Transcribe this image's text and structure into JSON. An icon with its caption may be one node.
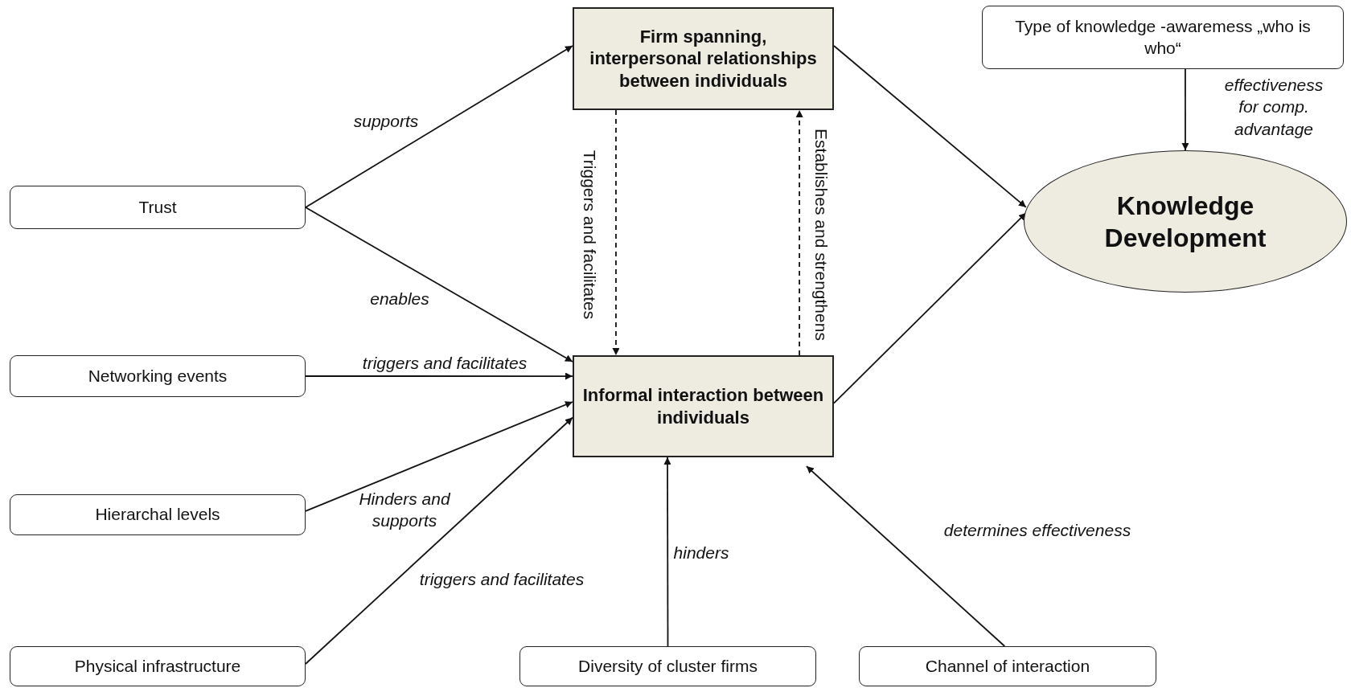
{
  "diagram": {
    "nodes": [
      {
        "text": [
          "Firm spanning, interpersonal relationships between individuals"
        ]
      },
      {
        "text": [
          "Type of knowledge -awaremess „who is who“"
        ]
      },
      {
        "text": [
          "Trust"
        ]
      },
      {
        "text": [
          "Knowledge Development"
        ]
      },
      {
        "text": [
          "Networking events"
        ]
      },
      {
        "text": [
          "Informal interaction between individuals"
        ]
      },
      {
        "text": [
          "Hierarchal levels"
        ]
      },
      {
        "text": [
          "Physical infrastructure"
        ]
      },
      {
        "text": [
          "Diversity of cluster firms"
        ]
      },
      {
        "text": [
          "Channel of interaction"
        ]
      }
    ],
    "edges": [
      {
        "from": 2,
        "to": 0,
        "arrow": "to",
        "label": "supports"
      },
      {
        "from": 2,
        "to": 5,
        "arrow": "to",
        "label": "enables"
      },
      {
        "from": 0,
        "to": 5,
        "arrow": "to",
        "label": "Triggers and facilitates",
        "style": "dashed"
      },
      {
        "from": 5,
        "to": 0,
        "arrow": "to",
        "label": "Establishes and strengthens",
        "style": "dashed"
      },
      {
        "from": 4,
        "to": 5,
        "arrow": "to",
        "label": "triggers and facilitates"
      },
      {
        "from": 6,
        "to": 5,
        "arrow": "to",
        "label": "Hinders and supports"
      },
      {
        "from": 7,
        "to": 5,
        "arrow": "to",
        "label": "triggers and facilitates"
      },
      {
        "from": 8,
        "to": 5,
        "arrow": "to",
        "label": "hinders"
      },
      {
        "from": 9,
        "to": 5,
        "arrow": "to",
        "label": "determines effectiveness"
      },
      {
        "from": 0,
        "to": 3,
        "arrow": "to"
      },
      {
        "from": 5,
        "to": 3,
        "arrow": "to"
      },
      {
        "from": 1,
        "to": 3,
        "arrow": "to",
        "label": "effectiveness for comp. advantage"
      }
    ]
  }
}
